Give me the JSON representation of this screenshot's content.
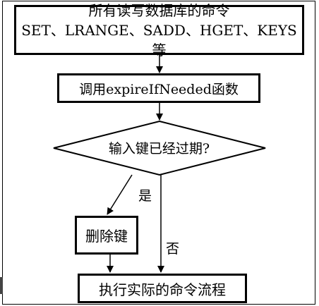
{
  "nodes": {
    "top": {
      "line1": "所有读写数据库的命令",
      "line2": "SET、LRANGE、SADD、HGET、KEYS等"
    },
    "call": "调用expireIfNeeded函数",
    "decision": "输入键已经过期?",
    "delete": "删除键",
    "exec": "执行实际的命令流程"
  },
  "edges": {
    "yes": "是",
    "no": "否"
  },
  "colors": {
    "stroke": "#000000",
    "background": "#ffffff"
  }
}
